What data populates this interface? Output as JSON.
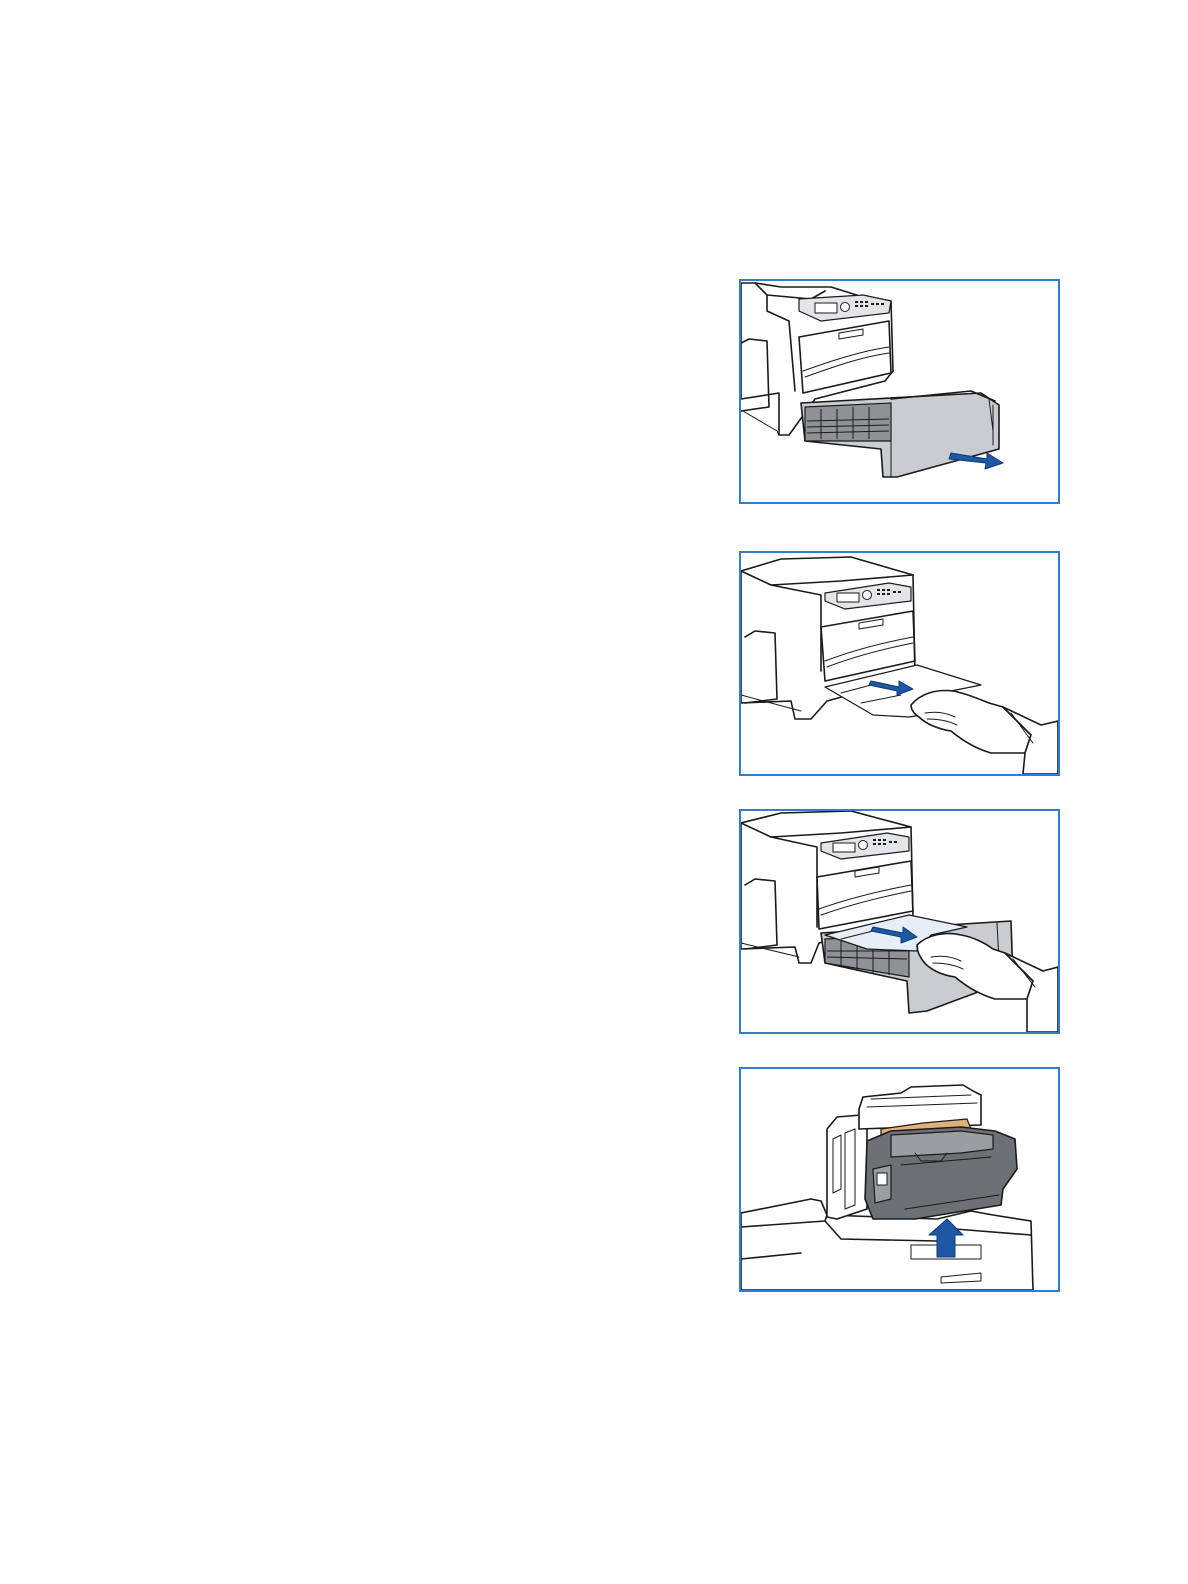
{
  "figures": [
    {
      "id": "pull-out-tray",
      "icon": "printer-tray-pull-out-illustration"
    },
    {
      "id": "remove-paper-from-slot",
      "icon": "printer-remove-jammed-paper-illustration"
    },
    {
      "id": "remove-paper-from-tray",
      "icon": "printer-tray-remove-paper-illustration"
    },
    {
      "id": "lift-out-cartridge",
      "icon": "printer-cartridge-removal-illustration"
    }
  ],
  "colors": {
    "frame_border": "#2f7fd0",
    "arrow": "#1e57a4",
    "tray_gray": "#c9ccd0",
    "cartridge_gray": "#6d7075",
    "tab_tan": "#e0b07a"
  }
}
